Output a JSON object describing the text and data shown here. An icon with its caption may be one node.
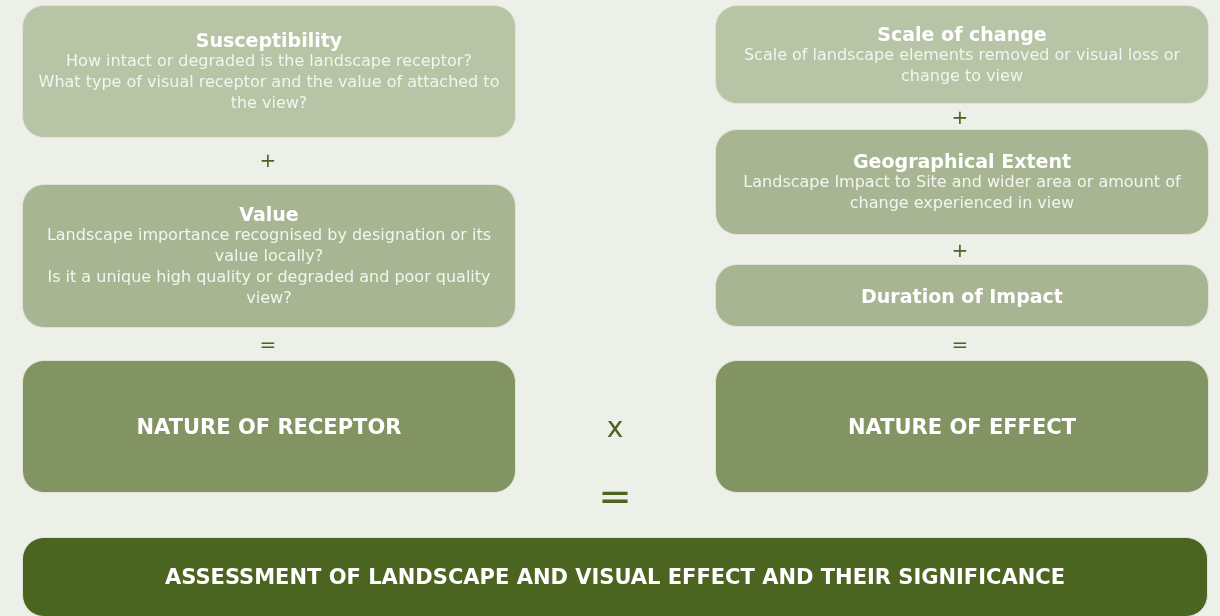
{
  "diagram": {
    "nodes": [
      {
        "text": [
          "Susceptibility",
          "How intact or degraded is the landscape receptor?",
          "What type of visual receptor and the value of attached to the view?"
        ]
      },
      {
        "text": [
          "Value",
          "Landscape importance recognised by designation or its value locally?",
          "Is it a unique high quality or degraded and poor quality view?"
        ]
      },
      {
        "text": [
          "NATURE OF RECEPTOR"
        ]
      },
      {
        "text": [
          "Scale of change",
          "Scale of landscape elements removed or visual loss or change to view"
        ]
      },
      {
        "text": [
          "Geographical Extent",
          "Landscape Impact to Site and wider area or amount of change experienced in view"
        ]
      },
      {
        "text": [
          "Duration of Impact"
        ]
      },
      {
        "text": [
          "NATURE OF EFFECT"
        ]
      },
      {
        "text": [
          "ASSESSMENT OF LANDSCAPE AND VISUAL EFFECT AND THEIR SIGNIFICANCE"
        ]
      }
    ],
    "edges": [],
    "labels": [
      "+",
      "+",
      "+",
      "=",
      "=",
      "x",
      "="
    ]
  }
}
